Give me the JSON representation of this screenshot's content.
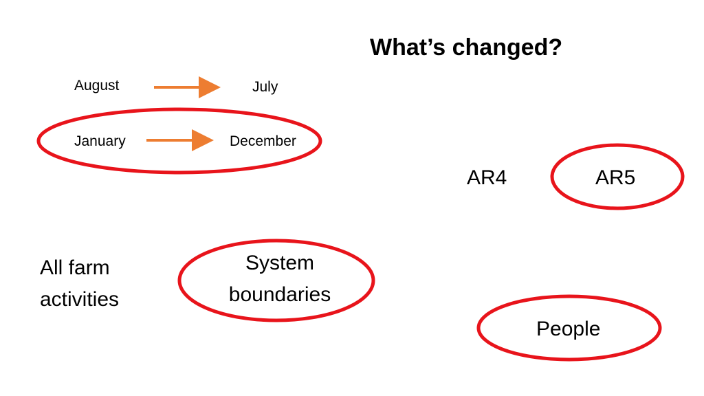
{
  "title": "What’s changed?",
  "year_period": {
    "old": {
      "from": "August",
      "to": "July"
    },
    "new": {
      "from": "January",
      "to": "December"
    }
  },
  "guidelines": {
    "old": "AR4",
    "new": "AR5"
  },
  "scope": {
    "old_line1": "All farm",
    "old_line2": "activities",
    "new_line1": "System",
    "new_line2": "boundaries"
  },
  "people": "People",
  "colors": {
    "circle": "#e8141b",
    "arrow": "#ed7d31",
    "text": "#000000"
  }
}
